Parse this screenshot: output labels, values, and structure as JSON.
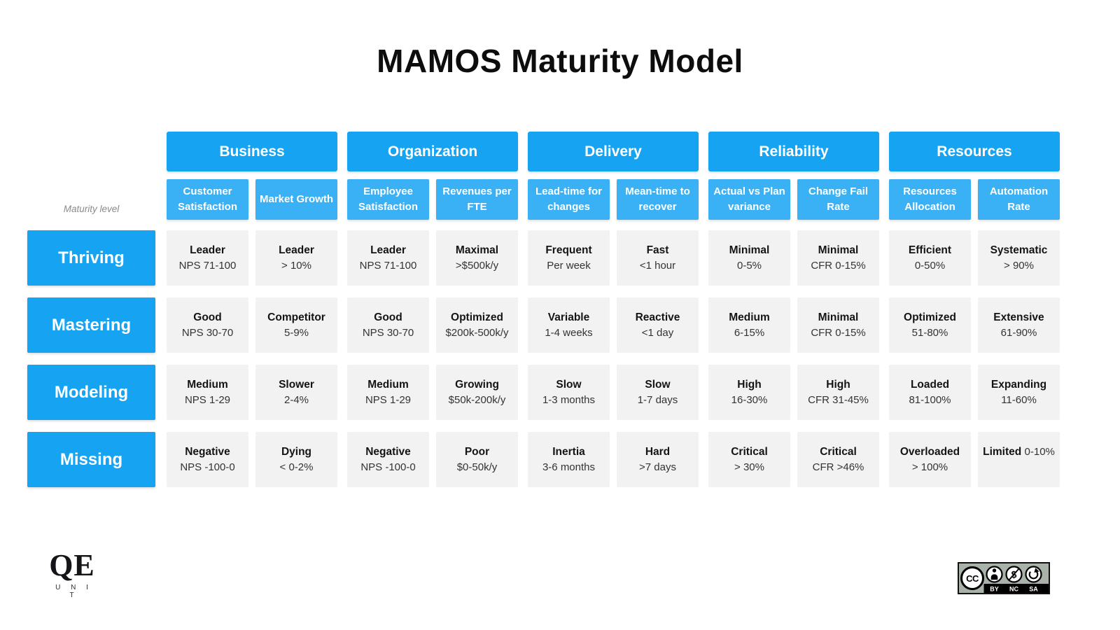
{
  "title": "MAMOS Maturity Model",
  "axis_label": "Maturity level",
  "colors": {
    "header_blue": "#16a4f2",
    "subheader_blue": "#3ab0f5",
    "row_label_blue": "#16a4f2",
    "cell_bg": "#f2f2f2",
    "title_color": "#0d0d0d"
  },
  "groups": [
    {
      "label": "Business",
      "columns": [
        "Customer Satisfaction",
        "Market Growth"
      ]
    },
    {
      "label": "Organization",
      "columns": [
        "Employee Satisfaction",
        "Revenues per FTE"
      ]
    },
    {
      "label": "Delivery",
      "columns": [
        "Lead-time for changes",
        "Mean-time to recover"
      ]
    },
    {
      "label": "Reliability",
      "columns": [
        "Actual vs Plan variance",
        "Change Fail Rate"
      ]
    },
    {
      "label": "Resources",
      "columns": [
        "Resources Allocation",
        "Automation Rate"
      ]
    }
  ],
  "rows": [
    {
      "label": "Thriving",
      "cells": [
        {
          "title": "Leader",
          "subtitle": "NPS 71-100"
        },
        {
          "title": "Leader",
          "subtitle": "> 10%"
        },
        {
          "title": "Leader",
          "subtitle": "NPS 71-100"
        },
        {
          "title": "Maximal",
          "subtitle": ">$500k/y"
        },
        {
          "title": "Frequent",
          "subtitle": "Per week"
        },
        {
          "title": "Fast",
          "subtitle": "<1 hour"
        },
        {
          "title": "Minimal",
          "subtitle": "0-5%"
        },
        {
          "title": "Minimal",
          "subtitle": "CFR 0-15%"
        },
        {
          "title": "Efficient",
          "subtitle": "0-50%"
        },
        {
          "title": "Systematic",
          "subtitle": "> 90%"
        }
      ]
    },
    {
      "label": "Mastering",
      "cells": [
        {
          "title": "Good",
          "subtitle": "NPS 30-70"
        },
        {
          "title": "Competitor",
          "subtitle": "5-9%"
        },
        {
          "title": "Good",
          "subtitle": "NPS 30-70"
        },
        {
          "title": "Optimized",
          "subtitle": "$200k-500k/y"
        },
        {
          "title": "Variable",
          "subtitle": "1-4 weeks"
        },
        {
          "title": "Reactive",
          "subtitle": "<1 day"
        },
        {
          "title": "Medium",
          "subtitle": "6-15%"
        },
        {
          "title": "Minimal",
          "subtitle": "CFR 0-15%"
        },
        {
          "title": "Optimized",
          "subtitle": "51-80%"
        },
        {
          "title": "Extensive",
          "subtitle": "61-90%"
        }
      ]
    },
    {
      "label": "Modeling",
      "cells": [
        {
          "title": "Medium",
          "subtitle": "NPS 1-29"
        },
        {
          "title": "Slower",
          "subtitle": "2-4%"
        },
        {
          "title": "Medium",
          "subtitle": "NPS 1-29"
        },
        {
          "title": "Growing",
          "subtitle": "$50k-200k/y"
        },
        {
          "title": "Slow",
          "subtitle": "1-3 months"
        },
        {
          "title": "Slow",
          "subtitle": "1-7 days"
        },
        {
          "title": "High",
          "subtitle": "16-30%"
        },
        {
          "title": "High",
          "subtitle": "CFR 31-45%"
        },
        {
          "title": "Loaded",
          "subtitle": "81-100%"
        },
        {
          "title": "Expanding",
          "subtitle": "11-60%"
        }
      ]
    },
    {
      "label": "Missing",
      "cells": [
        {
          "title": "Negative",
          "subtitle": "NPS -100-0"
        },
        {
          "title": "Dying",
          "subtitle": "< 0-2%"
        },
        {
          "title": "Negative",
          "subtitle": "NPS -100-0"
        },
        {
          "title": "Poor",
          "subtitle": "$0-50k/y"
        },
        {
          "title": "Inertia",
          "subtitle": "3-6 months"
        },
        {
          "title": "Hard",
          "subtitle": ">7 days"
        },
        {
          "title": "Critical",
          "subtitle": "> 30%"
        },
        {
          "title": "Critical",
          "subtitle": "CFR >46%"
        },
        {
          "title": "Overloaded",
          "subtitle": "> 100%"
        },
        {
          "title": "Limited",
          "subtitle": "0-10%",
          "inline": true
        }
      ]
    }
  ],
  "footer": {
    "logo_main": "QE",
    "logo_sub": "U N I T",
    "license": {
      "cc_label": "CC",
      "labels": [
        "BY",
        "NC",
        "SA"
      ]
    }
  }
}
